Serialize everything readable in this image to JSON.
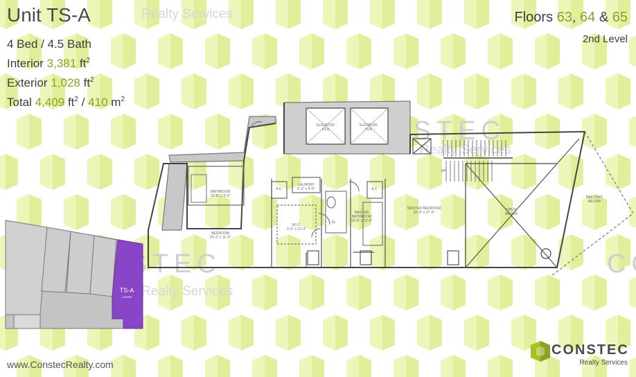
{
  "header": {
    "unit_title": "Unit TS-A",
    "bed_bath": "4 Bed / 4.5 Bath",
    "interior_label": "Interior",
    "interior_value": "3,381",
    "exterior_label": "Exterior",
    "exterior_value": "1,028",
    "total_label": "Total",
    "total_value_ft": "4,409",
    "total_value_m": "410",
    "unit_ft": "ft",
    "unit_m": "m",
    "squared": "2"
  },
  "floors": {
    "label": "Floors",
    "f1": "63",
    "sep1": ",",
    "f2": "64",
    "sep2": "&",
    "f3": "65",
    "level": "2nd Level"
  },
  "watermark": {
    "realty": "Realty Services",
    "constec": "CONSTEC"
  },
  "footer": {
    "website": "www.ConstecRealty.com",
    "logo_word": "CONSTEC",
    "logo_sub": "Realty Services"
  },
  "key_plan": {
    "unit_label": "TS-A",
    "unit_sub": "LOWER"
  },
  "rooms": {
    "elevator_a": "ELEVATOR\n#3.A",
    "elevator_b": "ELEVATOR\n#3.B",
    "bathroom": "BATHROOM\n12'-5\" X 6'-6\"",
    "bedroom": "BEDROOM\n23'-3\" x 11'-6\"",
    "ac1": "A.C.",
    "ac2": "A.C.",
    "laundry": "LAUNDRY\n5'-2\" x 5'-6\"",
    "wic": "W.I.C.\n9'-0\" x 13'-3\"",
    "master_bath": "MASTER\nBATHROOM\n10'-6\" x 13'-6\"",
    "master_bedroom": "MASTER BEDROOM\n16'-0\" x 17'-6\"",
    "open_below": "OPEN\nBELOW",
    "balcony_below": "BALCONY\nBELOW",
    "up": "UP",
    "el": "EL"
  },
  "colors": {
    "accent_green": "#8aa126",
    "watermark_green": "#eef5b8",
    "key_purple": "#8a44c8"
  }
}
